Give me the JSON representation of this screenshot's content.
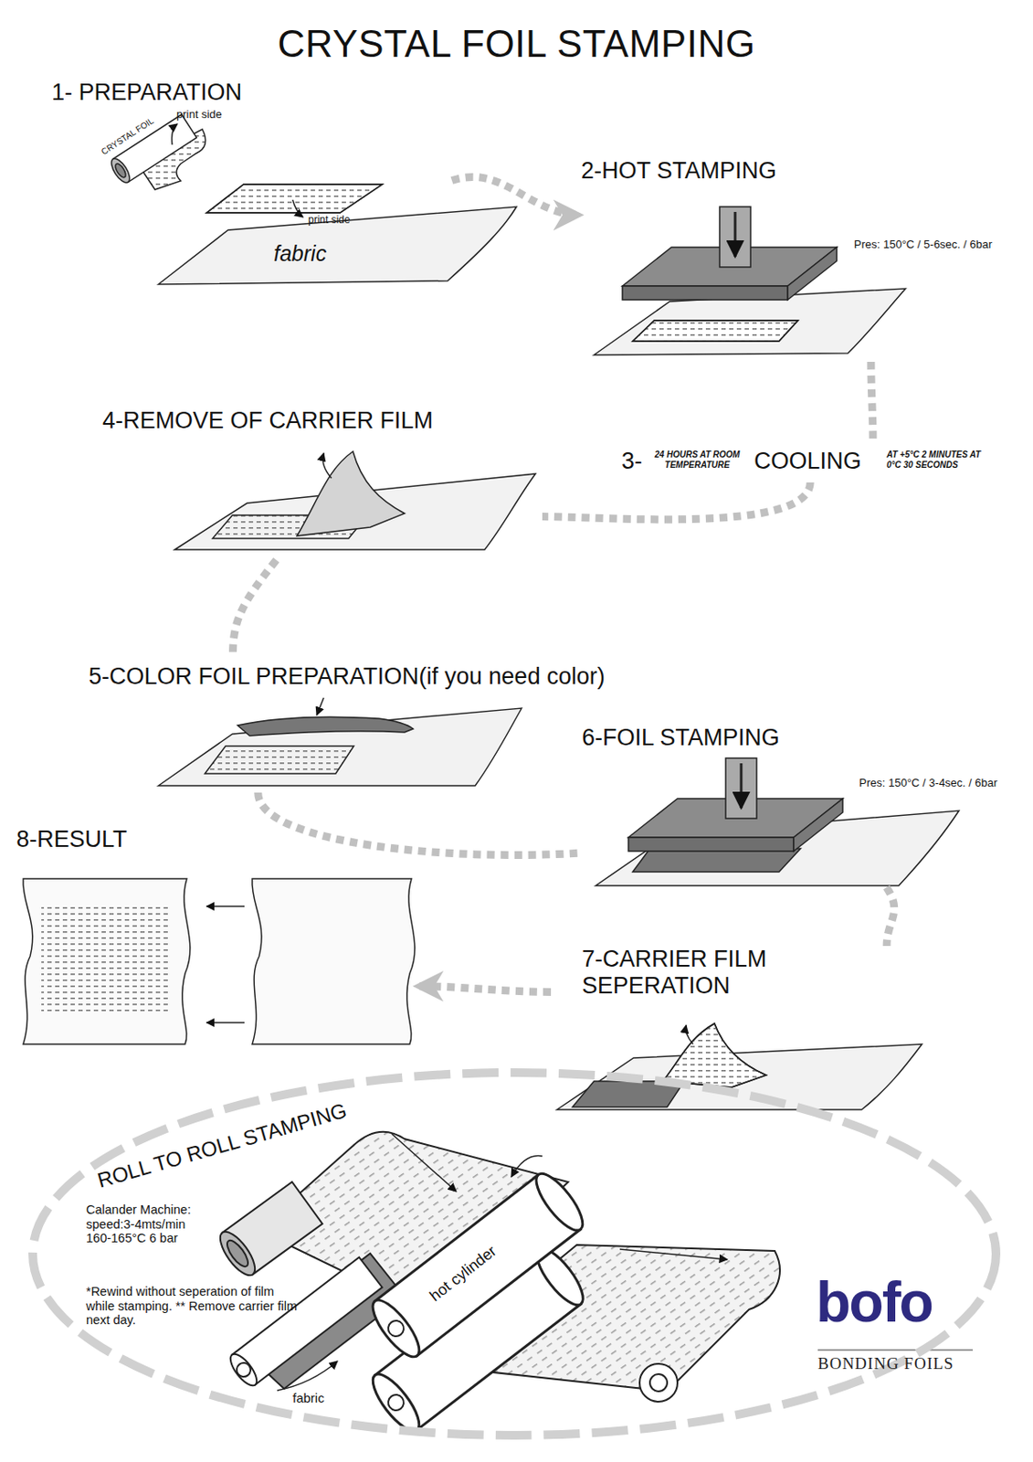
{
  "diagram": {
    "title": "CRYSTAL FOIL STAMPING",
    "nodes": [
      {
        "text": [
          "1- PREPARATION"
        ]
      },
      {
        "text": [
          "2-HOT STAMPING",
          "Pres: 150°C / 5-6sec. / 6bar"
        ]
      },
      {
        "text": [
          "3-",
          "24 HOURS AT ROOM TEMPERATURE",
          "COOLING",
          "AT +5°C 2 MINUTES AT 0°C 30 SECONDS"
        ]
      },
      {
        "text": [
          "4-REMOVE OF CARRIER FILM"
        ]
      },
      {
        "text": [
          "5-COLOR FOIL PREPARATION(if you need color)"
        ]
      },
      {
        "text": [
          "6-FOIL STAMPING",
          "Pres: 150°C / 3-4sec. / 6bar"
        ]
      },
      {
        "text": [
          "7-CARRIER FILM SEPERATION"
        ]
      },
      {
        "text": [
          "8-RESULT"
        ]
      },
      {
        "text": [
          "ROLL TO ROLL STAMPING",
          "Calander Machine: speed:3-4mts/min 160-165°C 6 bar",
          "*Rewind without seperation of film while stamping. ** Remove carrier film next day."
        ]
      }
    ],
    "edges": [
      {
        "from": 0,
        "to": 1,
        "arrow": "to"
      },
      {
        "from": 1,
        "to": 2,
        "arrow": "none"
      },
      {
        "from": 2,
        "to": 3,
        "arrow": "none"
      },
      {
        "from": 3,
        "to": 4,
        "arrow": "none"
      },
      {
        "from": 4,
        "to": 5,
        "arrow": "none"
      },
      {
        "from": 5,
        "to": 6,
        "arrow": "none"
      },
      {
        "from": 6,
        "to": 7,
        "arrow": "to"
      }
    ],
    "labels": [
      "CRYSTAL FOIL",
      "print side",
      "print side",
      "fabric",
      "hot cylinder",
      "fabric",
      "bofo",
      "BONDING FOILS"
    ]
  }
}
